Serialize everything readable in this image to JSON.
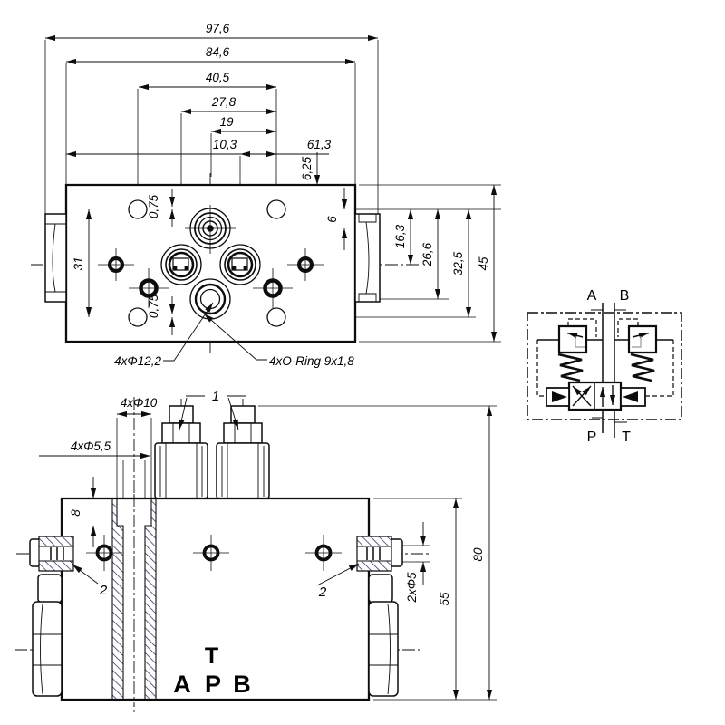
{
  "title": "Hydraulic valve block technical drawing",
  "top_view": {
    "dims": {
      "overall_width": "97,6",
      "body_width": "84,6",
      "hole_span": "40,5",
      "port_span": "27,8",
      "center_to_hole": "19",
      "port_offset": "10,3",
      "edge_to_hole": "61,3",
      "top_offset": "6,25",
      "port_drop": "6",
      "row_center": "16,3",
      "row_port": "26,6",
      "row_hole": "32,5",
      "height": "45",
      "hole_vspan": "31",
      "offset_top": "0,75",
      "offset_bottom": "0,75"
    },
    "labels": {
      "counterbore": "4xΦ12,2",
      "oring": "4xO-Ring 9x1,8"
    }
  },
  "front_view": {
    "dims": {
      "counterbore": "4xΦ10",
      "through_hole": "4xΦ5,5",
      "cb_depth": "8",
      "orifice": "2xΦ5",
      "body_height": "55",
      "overall_height": "80"
    },
    "items": {
      "valve": "1",
      "plug_left": "2",
      "plug_right": "2"
    },
    "ports": {
      "t": "T",
      "a": "A",
      "p": "P",
      "b": "B"
    }
  },
  "schematic": {
    "ports": {
      "a": "A",
      "b": "B",
      "p": "P",
      "t": "T"
    }
  },
  "colors": {
    "line": "#0d0d0d",
    "hatch": "#2e2e64",
    "pilot_line": "#999999"
  }
}
